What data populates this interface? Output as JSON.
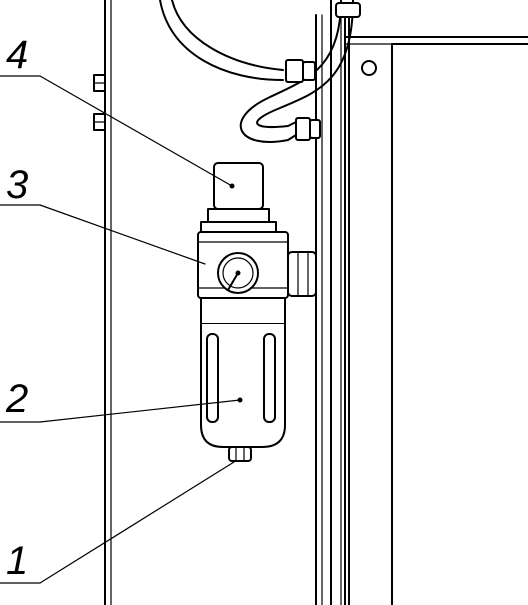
{
  "callouts": [
    {
      "label": "4"
    },
    {
      "label": "3"
    },
    {
      "label": "2"
    },
    {
      "label": "1"
    }
  ],
  "colors": {
    "ink": "#000000",
    "paper": "#ffffff"
  }
}
